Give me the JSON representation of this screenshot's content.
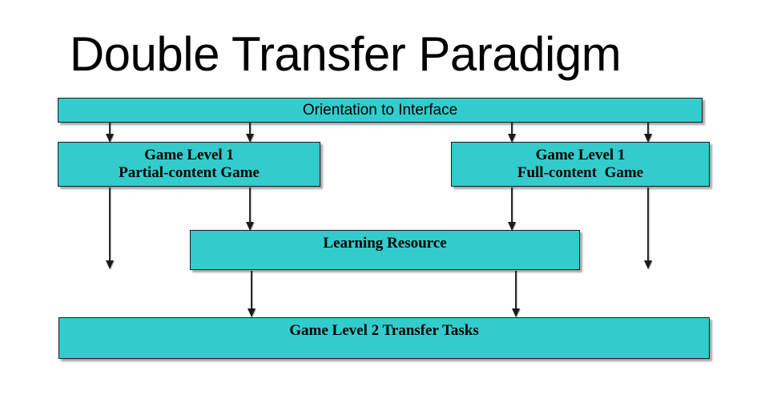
{
  "title": "Double Transfer Paradigm",
  "palette": {
    "box_fill": "#32cccc",
    "box_border": "#1b1b1b",
    "arrow": "#2a2a2a",
    "text": "#000000",
    "background": "#ffffff"
  },
  "nodes": {
    "orientation": {
      "label": "Orientation to Interface"
    },
    "game_level_1_partial": {
      "line1": "Game Level 1",
      "line2": "Partial-content Game"
    },
    "game_level_1_full": {
      "line1": "Game Level 1",
      "line2": "Full-content  Game"
    },
    "learning_resource": {
      "label": "Learning Resource"
    },
    "game_level_2": {
      "label": "Game Level 2 Transfer Tasks"
    }
  },
  "arrows": [
    {
      "name": "orientation-to-partial-left",
      "from": "orientation",
      "to": "game_level_1_partial"
    },
    {
      "name": "orientation-to-partial-right",
      "from": "orientation",
      "to": "game_level_1_partial"
    },
    {
      "name": "orientation-to-full-left",
      "from": "orientation",
      "to": "game_level_1_full"
    },
    {
      "name": "orientation-to-full-right",
      "from": "orientation",
      "to": "game_level_1_full"
    },
    {
      "name": "partial-to-level2-bypass",
      "from": "game_level_1_partial",
      "to": "game_level_2"
    },
    {
      "name": "partial-to-learning-resource",
      "from": "game_level_1_partial",
      "to": "learning_resource"
    },
    {
      "name": "full-to-learning-resource",
      "from": "game_level_1_full",
      "to": "learning_resource"
    },
    {
      "name": "full-to-level2-bypass",
      "from": "game_level_1_full",
      "to": "game_level_2"
    },
    {
      "name": "learning-resource-to-level2-left",
      "from": "learning_resource",
      "to": "game_level_2"
    },
    {
      "name": "learning-resource-to-level2-right",
      "from": "learning_resource",
      "to": "game_level_2"
    }
  ]
}
